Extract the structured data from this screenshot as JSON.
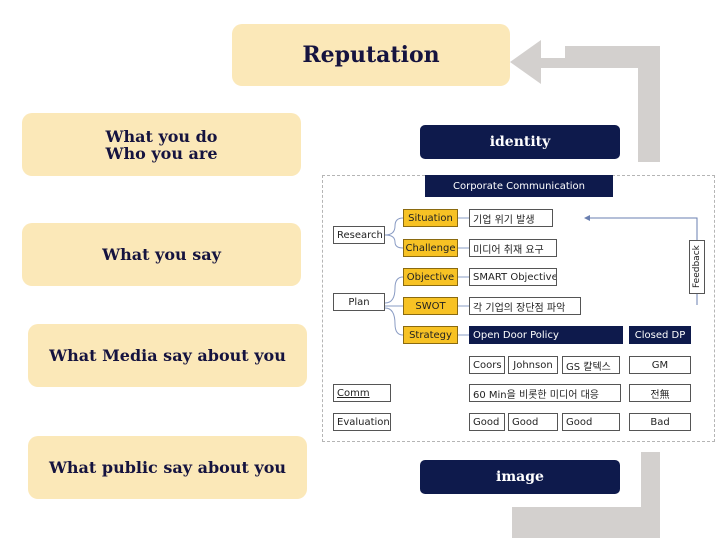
{
  "title": "Reputation",
  "left": {
    "do_line1": "What you do",
    "do_line2": "Who you are",
    "say": "What you say",
    "media": "What Media say about you",
    "public": "What public say about you"
  },
  "identity": "identity",
  "image": "image",
  "diagram": {
    "header": "Corporate Communication",
    "research": "Research",
    "plan": "Plan",
    "comm": "Comm",
    "evaluation": "Evaluation",
    "situation": "Situation",
    "challenge": "Challenge",
    "objective": "Objective",
    "swot": "SWOT",
    "strategy": "Strategy",
    "situation_text": "기업 위기 발생",
    "challenge_text": "미디어 취재 요구",
    "objective_text": "SMART Objective",
    "swot_text": "각 기업의 장단점 파악",
    "strategy_text": "Open Door Policy",
    "closed_dp": "Closed DP",
    "coors": "Coors",
    "johnson": "Johnson",
    "gs": "GS 칼텍스",
    "gm": "GM",
    "comm_text": "60 Min을 비롯한 미디어 대응",
    "comm_right": "전無",
    "good1": "Good",
    "good2": "Good",
    "good3": "Good",
    "bad": "Bad",
    "feedback": "Feedback"
  }
}
